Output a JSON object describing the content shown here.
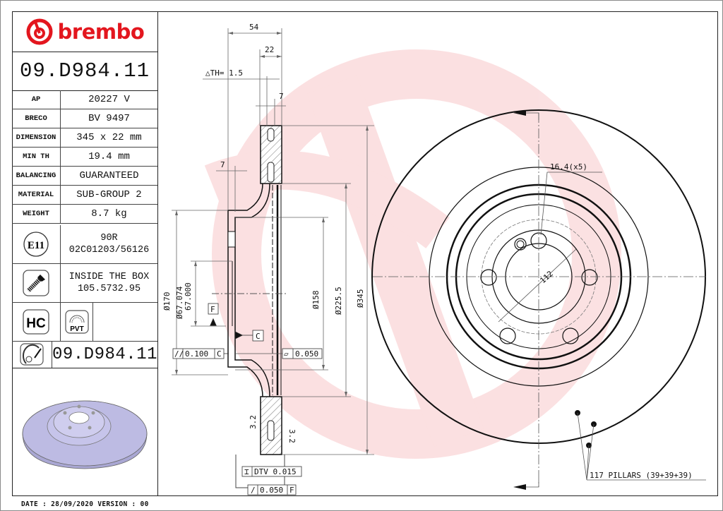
{
  "brand": {
    "name": "brembo",
    "color": "#e3161e"
  },
  "part_number": "09.D984.11",
  "specs": [
    {
      "label": "AP",
      "value": "20227 V"
    },
    {
      "label": "BRECO",
      "value": "BV 9497"
    },
    {
      "label": "DIMENSION",
      "value": "345 x 22 mm"
    },
    {
      "label": "MIN TH",
      "value": "19.4 mm"
    },
    {
      "label": "BALANCING",
      "value": "GUARANTEED"
    },
    {
      "label": "MATERIAL",
      "value": "SUB-GROUP 2"
    },
    {
      "label": "WEIGHT",
      "value": "8.7 kg"
    }
  ],
  "approval": {
    "icon": "E11",
    "line1": "90R",
    "line2": "02C01203/56126"
  },
  "screw": {
    "icon": "screw-icon",
    "line1": "INSIDE THE BOX",
    "line2": "105.5732.95"
  },
  "badges": {
    "hc": "HC",
    "pvt": "PVT"
  },
  "disc_code": "09.D984.11",
  "footer": {
    "date_line": "DATE : 28/09/2020 VERSION : 00"
  },
  "section_view": {
    "dim_overall_height": "54",
    "dim_thickness": "22",
    "delta_th": "△TH= 1.5",
    "dim_vent": "7",
    "dim_hat_wall": "7",
    "dia_170": "Ø170",
    "dia_bore": "Ø67.074 / 67.000",
    "dia_bore_top": "Ø67.074",
    "dia_bore_bottom": "67.000",
    "dia_158": "Ø158",
    "dia_225": "Ø225.5",
    "dia_345": "Ø345",
    "datum_f": "F",
    "datum_c": "C",
    "parallelism": {
      "symbol": "//",
      "value": "0.100",
      "datum": "C"
    },
    "flatness": {
      "symbol": "▱",
      "value": "0.050"
    },
    "dtv": {
      "symbol": "⌶",
      "label": "DTV 0.015"
    },
    "runout": {
      "symbol": "/",
      "value": "0.050",
      "datum": "F"
    },
    "roughness": "3.2"
  },
  "front_view": {
    "bolt_hole_label": "16.4(x5)",
    "pcd": "112",
    "pillars_label": "117 PILLARS (39+39+39)"
  }
}
